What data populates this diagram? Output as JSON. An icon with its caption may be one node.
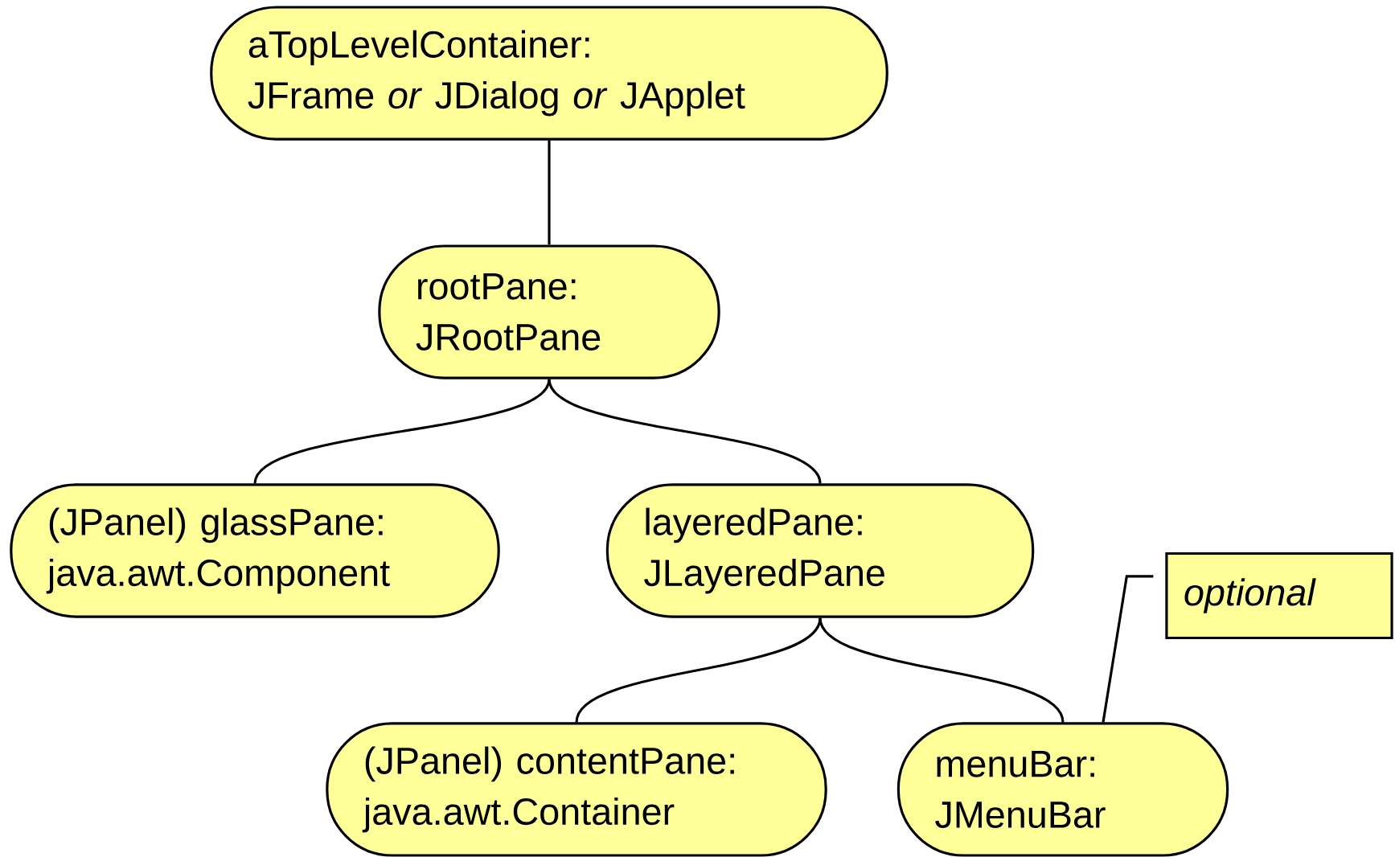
{
  "diagram": {
    "nodes": [
      {
        "text": [
          "aTopLevelContainer:",
          "JFrame *or* JDialog *or* JApplet"
        ]
      },
      {
        "text": [
          "rootPane:",
          "JRootPane"
        ]
      },
      {
        "text": [
          "(JPanel) glassPane:",
          "java.awt.Component"
        ]
      },
      {
        "text": [
          "layeredPane:",
          "JLayeredPane"
        ]
      },
      {
        "text": [
          "(JPanel) contentPane:",
          "java.awt.Container"
        ]
      },
      {
        "text": [
          "menuBar:",
          "JMenuBar"
        ]
      },
      {
        "text": [
          "optional"
        ]
      }
    ],
    "edges": [
      {
        "from": 0,
        "to": 1,
        "arrow": "none"
      },
      {
        "from": 1,
        "to": 2,
        "arrow": "none"
      },
      {
        "from": 1,
        "to": 3,
        "arrow": "none"
      },
      {
        "from": 3,
        "to": 4,
        "arrow": "none"
      },
      {
        "from": 3,
        "to": 5,
        "arrow": "none"
      },
      {
        "from": 6,
        "to": 5,
        "arrow": "none"
      }
    ]
  }
}
